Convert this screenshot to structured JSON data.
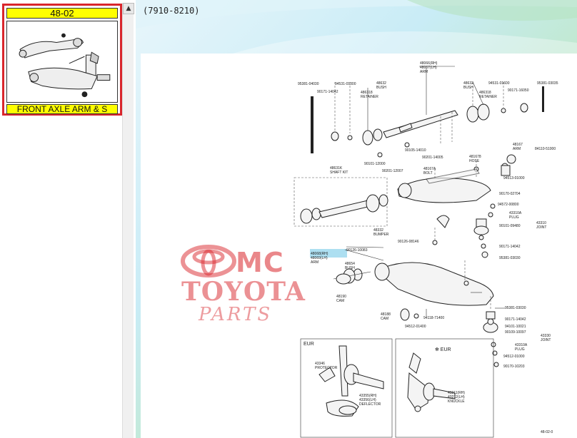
{
  "sidebar": {
    "thumbnail": {
      "code": "48-02",
      "title": "FRONT AXLE ARM & S"
    },
    "scroll_up_glyph": "▲"
  },
  "header": {
    "year_range": "(7910-8210)"
  },
  "watermark": {
    "mc": "MC",
    "toyota": "TOYOTA",
    "parts": "PARTS"
  },
  "diagram": {
    "labels": [
      {
        "id": "l48066",
        "text": "48066(RH)"
      },
      {
        "id": "l48067",
        "text": "48067(LH)"
      },
      {
        "id": "larm1",
        "text": "ARM"
      },
      {
        "id": "l95381a",
        "text": "95381-04030"
      },
      {
        "id": "l94531a",
        "text": "94531-01300"
      },
      {
        "id": "l48632a",
        "text": "48632"
      },
      {
        "id": "lbush1",
        "text": "BUSH"
      },
      {
        "id": "l48632b",
        "text": "48632"
      },
      {
        "id": "lbush2",
        "text": "BUSH"
      },
      {
        "id": "l94531b",
        "text": "94531-01600"
      },
      {
        "id": "l95381b",
        "text": "95381-03035"
      },
      {
        "id": "l90171a",
        "text": "90171-14042"
      },
      {
        "id": "l48631a",
        "text": "486318"
      },
      {
        "id": "lret1",
        "text": "RETAINER"
      },
      {
        "id": "l48631b",
        "text": "486318"
      },
      {
        "id": "lret2",
        "text": "RETAINER"
      },
      {
        "id": "l90171b",
        "text": "90171-16050"
      },
      {
        "id": "l90105",
        "text": "90105-14010"
      },
      {
        "id": "l90201a",
        "text": "90201-14005"
      },
      {
        "id": "l48167",
        "text": "48167"
      },
      {
        "id": "larm2",
        "text": "ARM"
      },
      {
        "id": "l84110",
        "text": "84110-51000"
      },
      {
        "id": "l90101a",
        "text": "90101-12000"
      },
      {
        "id": "l48167b",
        "text": "481678"
      },
      {
        "id": "lhose",
        "text": "HOSE"
      },
      {
        "id": "l90201b",
        "text": "90201-12007"
      },
      {
        "id": "l48167a",
        "text": "48167A"
      },
      {
        "id": "lbolt",
        "text": "BOLT"
      },
      {
        "id": "l94513",
        "text": "94513-01000"
      },
      {
        "id": "l48631k",
        "text": "48631K"
      },
      {
        "id": "lshaft",
        "text": "SHAFT KIT"
      },
      {
        "id": "l90170a",
        "text": "90170-02704"
      },
      {
        "id": "l94572",
        "text": "94572-00800"
      },
      {
        "id": "l43310a",
        "text": "43310A"
      },
      {
        "id": "lplug1",
        "text": "PLUG"
      },
      {
        "id": "l90101b",
        "text": "90101-09480"
      },
      {
        "id": "l43310",
        "text": "43310"
      },
      {
        "id": "ljoint1",
        "text": "JOINT"
      },
      {
        "id": "l48332",
        "text": "48332"
      },
      {
        "id": "lbumper",
        "text": "BUMPER"
      },
      {
        "id": "l90126",
        "text": "90126-08146"
      },
      {
        "id": "l90171c",
        "text": "90171-14042"
      },
      {
        "id": "l48068",
        "text": "48068(RH)"
      },
      {
        "id": "l48069",
        "text": "48069(LH)"
      },
      {
        "id": "larm3",
        "text": "ARM"
      },
      {
        "id": "l90126b",
        "text": "90126-10083"
      },
      {
        "id": "l95381c",
        "text": "95381-03030"
      },
      {
        "id": "l48654",
        "text": "48654"
      },
      {
        "id": "lbush3",
        "text": "BUSH"
      },
      {
        "id": "l48190",
        "text": "48190"
      },
      {
        "id": "lcam1",
        "text": "CAM"
      },
      {
        "id": "l95381d",
        "text": "95381-03030"
      },
      {
        "id": "l90171d",
        "text": "90171-14042"
      },
      {
        "id": "l48188",
        "text": "48188"
      },
      {
        "id": "lcam2",
        "text": "CAM"
      },
      {
        "id": "l94118",
        "text": "94118-71400"
      },
      {
        "id": "l94512a",
        "text": "94512-01400"
      },
      {
        "id": "l94101",
        "text": "94101-10021"
      },
      {
        "id": "l90109",
        "text": "90109-10097"
      },
      {
        "id": "l43330",
        "text": "43330"
      },
      {
        "id": "ljoint2",
        "text": "JOINT"
      },
      {
        "id": "l43310a2",
        "text": "43310A"
      },
      {
        "id": "lplug2",
        "text": "PLUG"
      },
      {
        "id": "l94512b",
        "text": "94512-01000"
      },
      {
        "id": "l90170b",
        "text": "90170-10203"
      },
      {
        "id": "leur1",
        "text": "EUR"
      },
      {
        "id": "leur2",
        "text": "✻ EUR"
      },
      {
        "id": "l43346",
        "text": "43346"
      },
      {
        "id": "lprot",
        "text": "PROTECTOR"
      },
      {
        "id": "l43355",
        "text": "43355(RH)"
      },
      {
        "id": "l43356",
        "text": "43356(LH)"
      },
      {
        "id": "ldefl",
        "text": "DEFLECTOR"
      },
      {
        "id": "l43211",
        "text": "43211(RH)"
      },
      {
        "id": "l43212",
        "text": "43212(LH)"
      },
      {
        "id": "lknuckle",
        "text": "KNUCKLE"
      },
      {
        "id": "lfoot",
        "text": "48-02-0"
      }
    ]
  }
}
